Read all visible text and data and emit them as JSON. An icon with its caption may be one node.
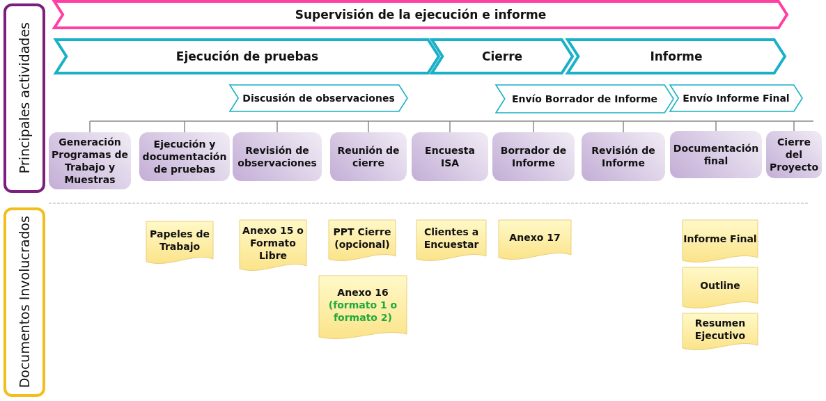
{
  "diagram": {
    "nodes": [
      {
        "text": [
          "Principales actividades"
        ]
      },
      {
        "text": [
          "Documentos Involucrados"
        ]
      },
      {
        "text": [
          "Supervisión de la ejecución e informe"
        ]
      },
      {
        "text": [
          "Ejecución de pruebas"
        ]
      },
      {
        "text": [
          "Cierre"
        ]
      },
      {
        "text": [
          "Informe"
        ]
      },
      {
        "text": [
          "Discusión de observaciones"
        ]
      },
      {
        "text": [
          "Envío Borrador de Informe"
        ]
      },
      {
        "text": [
          "Envío Informe Final"
        ]
      },
      {
        "text": [
          "Generación Programas de Trabajo y Muestras"
        ]
      },
      {
        "text": [
          "Ejecución y documentación de pruebas"
        ]
      },
      {
        "text": [
          "Revisión de observaciones"
        ]
      },
      {
        "text": [
          "Reunión de cierre"
        ]
      },
      {
        "text": [
          "Encuesta ISA"
        ]
      },
      {
        "text": [
          "Borrador de Informe"
        ]
      },
      {
        "text": [
          "Revisión de Informe"
        ]
      },
      {
        "text": [
          "Documentación final"
        ]
      },
      {
        "text": [
          "Cierre del Proyecto"
        ]
      },
      {
        "text": [
          "Papeles de Trabajo"
        ]
      },
      {
        "text": [
          "Anexo 15 o Formato Libre"
        ]
      },
      {
        "text": [
          "PPT Cierre (opcional)"
        ]
      },
      {
        "text": [
          "Anexo 16",
          "(formato 1 o formato 2)"
        ]
      },
      {
        "text": [
          "Clientes a Encuestar"
        ]
      },
      {
        "text": [
          "Anexo 17"
        ]
      },
      {
        "text": [
          "Informe Final"
        ]
      },
      {
        "text": [
          "Outline"
        ]
      },
      {
        "text": [
          "Resumen Ejecutivo"
        ]
      }
    ],
    "edges": []
  }
}
